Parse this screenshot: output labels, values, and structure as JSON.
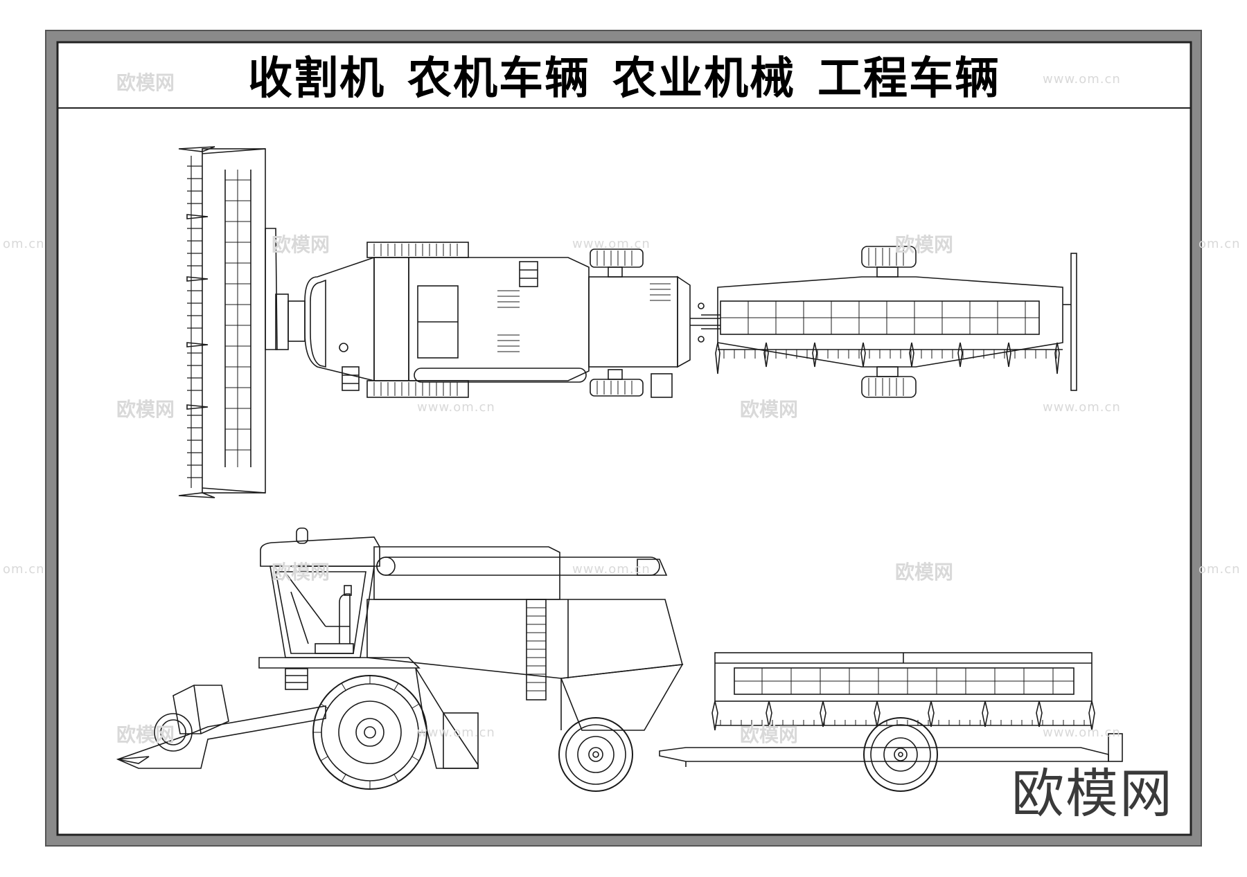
{
  "title": {
    "parts": [
      "收割机",
      "农机车辆",
      "农业机械",
      "工程车辆"
    ]
  },
  "watermark": {
    "brand": "欧模网",
    "url": "www.om.cn",
    "url_cut": "om.cn"
  },
  "logo": {
    "text": "欧模网"
  },
  "colors": {
    "frame_outer": "#6e6e6e",
    "frame_inner": "#2b2b2b",
    "line": "#1a1a1a",
    "watermark": "#d9d9d9"
  }
}
